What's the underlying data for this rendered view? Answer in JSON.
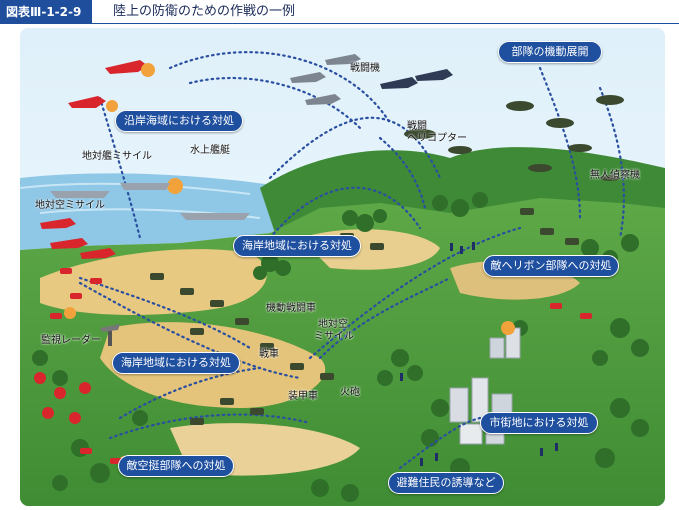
{
  "header": {
    "figure_number": "図表Ⅲ-1-2-9",
    "title": "陸上の防衛のための作戦の一例"
  },
  "operations": {
    "coastal_sea": "沿岸海域における対処",
    "coastal_land_upper": "海岸地域における対処",
    "coastal_land_lower": "海岸地域における対処",
    "unit_deployment": "部隊の機動展開",
    "enemy_heliborne": "敵ヘリボン部隊への対処",
    "urban_area": "市街地における対処",
    "enemy_airborne": "敵空挺部隊への対処",
    "evacuation": "避難住民の誘導など"
  },
  "labels": {
    "fighter": "戦闘機",
    "attack_helicopter_line1": "戦闘",
    "attack_helicopter_line2": "ヘリコプター",
    "uav": "無人偵察機",
    "anti_ship_missile": "地対艦ミサイル",
    "surface_ship": "水上艦艇",
    "sam_left": "地対空ミサイル",
    "radar": "監視レーダー",
    "mcv": "機動戦闘車",
    "sam_center_line1": "地対空",
    "sam_center_line2": "ミサイル",
    "tank": "戦車",
    "apc": "装甲車",
    "artillery": "火砲"
  },
  "colors": {
    "header_blue": "#1f4e9c",
    "pill_blue": "#1f4f9f",
    "sea": "#8fc7e6",
    "hills": "#4f9a3c",
    "sand": "#e7c982",
    "route_dots": "#2a4fa0",
    "enemy": "#d8262c",
    "friendly": "#3b4a2e"
  }
}
